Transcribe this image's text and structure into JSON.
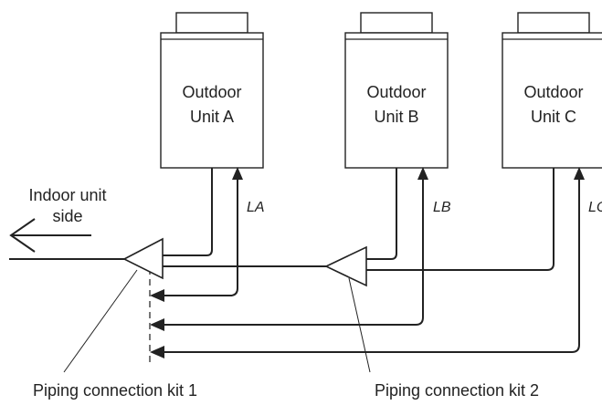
{
  "colors": {
    "line": "#222222",
    "fill": "#ffffff",
    "dashed": "#555555"
  },
  "units": [
    {
      "id": "A",
      "line1": "Outdoor",
      "line2": "Unit A",
      "length_label": "LA"
    },
    {
      "id": "B",
      "line1": "Outdoor",
      "line2": "Unit B",
      "length_label": "LB"
    },
    {
      "id": "C",
      "line1": "Outdoor",
      "line2": "Unit C",
      "length_label": "LC"
    }
  ],
  "indoor_side": {
    "line1": "Indoor unit",
    "line2": "side"
  },
  "kits": [
    {
      "label": "Piping connection kit 1"
    },
    {
      "label": "Piping connection kit 2"
    }
  ],
  "icons": {
    "direction_arrow": "left-arrow-icon",
    "return_arrow": "left-triangle-arrow-icon",
    "flow_arrow": "up-triangle-arrow-icon",
    "kit_symbol": "triangle-reducer-icon"
  }
}
